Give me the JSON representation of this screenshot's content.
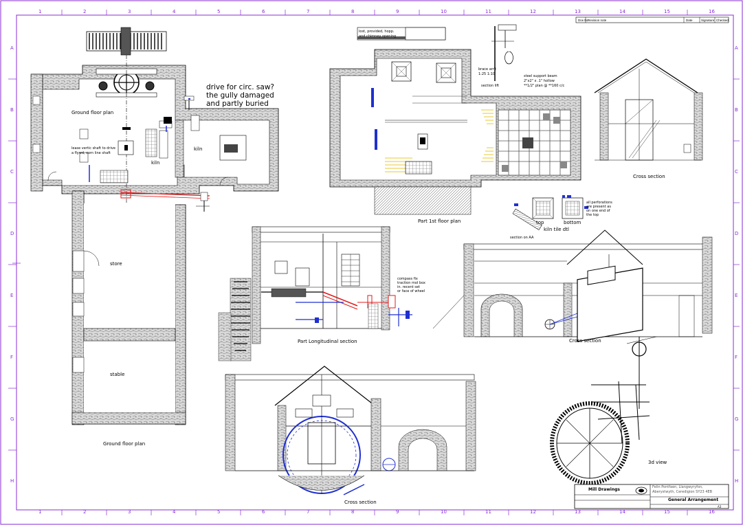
{
  "grid": {
    "columns": [
      "1",
      "2",
      "3",
      "4",
      "5",
      "6",
      "7",
      "8",
      "9",
      "10",
      "11",
      "12",
      "13",
      "14",
      "15",
      "16"
    ],
    "rows": [
      "A",
      "B",
      "C",
      "D",
      "E",
      "F",
      "G",
      "H"
    ]
  },
  "colors": {
    "frame": "#8a2bd6",
    "ink": "#000000",
    "stone": "#cfcfcf",
    "machine_blue": "#1f2fd0",
    "red": "#e01818",
    "yellow": "#e8c832"
  },
  "header_table": {
    "cells": [
      "Drw No",
      "Revision note",
      "Date",
      "Signature",
      "Checked"
    ]
  },
  "labels": {
    "ground_floor_plan_inner": "Ground floor plan",
    "drive_note": [
      "drive for circ. saw?",
      "the gully damaged",
      "and partly buried"
    ],
    "shaft_note": [
      "lease vertic shaft to drive",
      "a flywd, corn line shaft"
    ],
    "kiln_left": "kiln",
    "kiln_right": "kiln",
    "store": "store",
    "stable": "stable",
    "ground_floor_plan": "Ground floor plan",
    "first_floor_top_note": [
      "lost, provided, hopp.",
      "and chimney opening"
    ],
    "brace_note": [
      "brace arr't",
      "1:25 1:10"
    ],
    "section_lift": "section lift",
    "steel_note": [
      "steel support beam",
      "2\"x2\" x .1\" hollow",
      "**1/2\" plan @ **160 c/c"
    ],
    "part_first_floor_plan": "Part 1st floor plan",
    "cross_section_top": "Cross section",
    "tile_note": [
      "all perforations",
      "are present as",
      "on one end of",
      "the top"
    ],
    "tile_top": "top",
    "tile_bottom": "bottom",
    "kiln_tile_dtl": "kiln tile dtl",
    "section_aa": "section on AA",
    "compass_note": [
      "compass fix",
      "traction mol box",
      "in. recent set",
      "or face of wheel"
    ],
    "part_long_section": "Part Longitudinal section",
    "cross_section_mid": "Cross section",
    "cross_section_bottom": "Cross section",
    "view_3d": "3d view"
  },
  "title_block": {
    "company": "Mill Drawings",
    "address": [
      "Felin Pontfaen, Llangwyryfon,",
      "Aberystwyth, Ceredigion SY23 4EB"
    ],
    "title": "General Arrangement",
    "sheet": "A3"
  }
}
